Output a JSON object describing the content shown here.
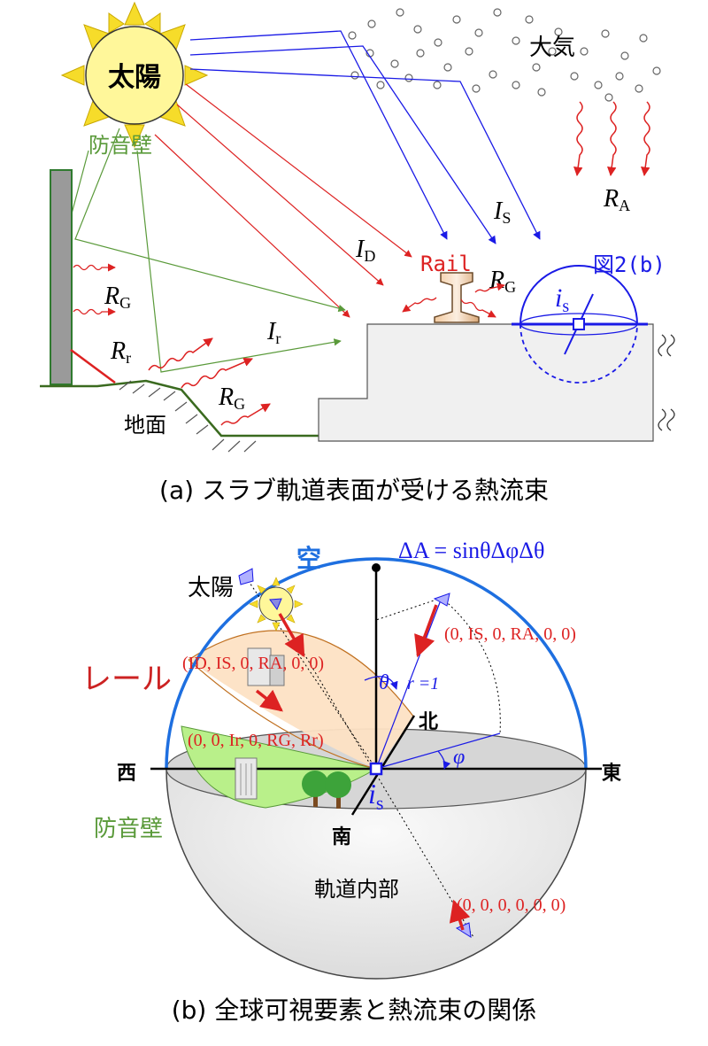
{
  "panel_a": {
    "sun": "太陽",
    "atmosphere": "大気",
    "wall": "防音壁",
    "ground": "地面",
    "rail": "Rail",
    "fig_ref": "図2(b)",
    "caption": "(a) スラブ軌道表面が受ける熱流束",
    "sym": {
      "I": "I",
      "R": "R",
      "sub_S": "S",
      "sub_A": "A",
      "sub_D": "D",
      "sub_G": "G",
      "sub_r": "r",
      "i": "i",
      "sub_s": "s"
    }
  },
  "panel_b": {
    "sky": "空",
    "sun": "太陽",
    "rail": "レール",
    "wall": "防音壁",
    "north": "北",
    "south": "南",
    "west": "西",
    "east": "東",
    "interior": "軌道内部",
    "delta_a": "ΔA = sinθΔφΔθ",
    "theta": "θ",
    "phi": "φ",
    "r_eq": "r =1",
    "vec_sky": "(0, IS, 0, RA, 0, 0)",
    "vec_sun": "(ID, IS, 0, RA, 0, 0)",
    "vec_rail": "(0, 0, Ir, 0, RG, Rr)",
    "vec_bottom": "(0, 0, 0, 0, 0, 0)",
    "caption": "(b) 全球可視要素と熱流束の関係"
  },
  "colors": {
    "red": "#dd2222",
    "blue": "#1a1ae6",
    "green": "#5a9a3a",
    "sky_blue": "#1e6fe0",
    "sun_fill": "#fff79a",
    "sun_rays": "#f6dc2a",
    "wall_gray": "#9a9a9a",
    "slab_fill": "#f0f0f0"
  }
}
